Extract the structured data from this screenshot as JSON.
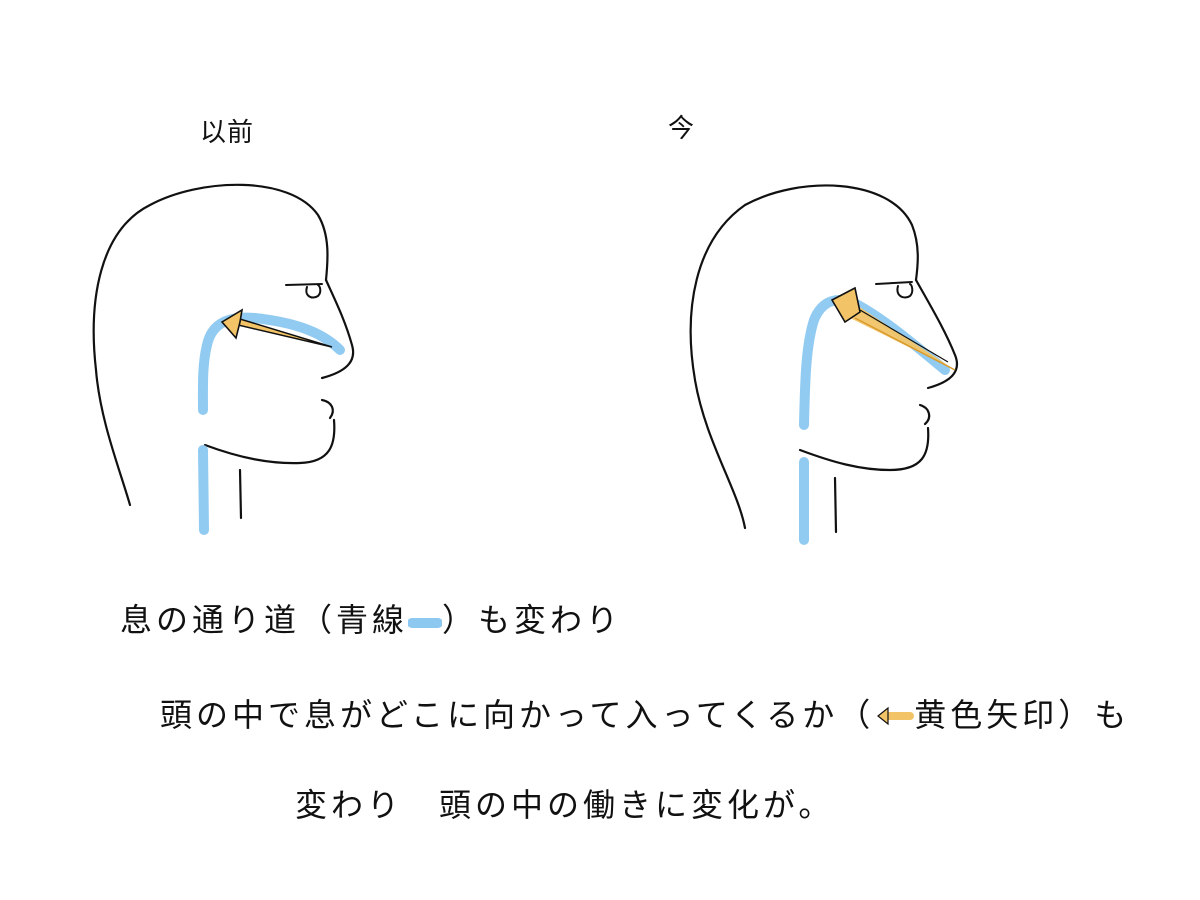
{
  "panels": {
    "before": {
      "title": "以前"
    },
    "now": {
      "title": "今"
    }
  },
  "caption": {
    "line1_a": "息の通り道（青線",
    "line1_b": "）も変わり",
    "line2_a": "頭の中で息がどこに向かって入ってくるか（",
    "line2_b": "黄色矢印",
    "line2_c": "）も",
    "line3": "変わり　頭の中の働きに変化が。"
  },
  "colors": {
    "airway_blue": "#8cc8f0",
    "arrow_yellow": "#f2c467",
    "ink": "#111111"
  }
}
